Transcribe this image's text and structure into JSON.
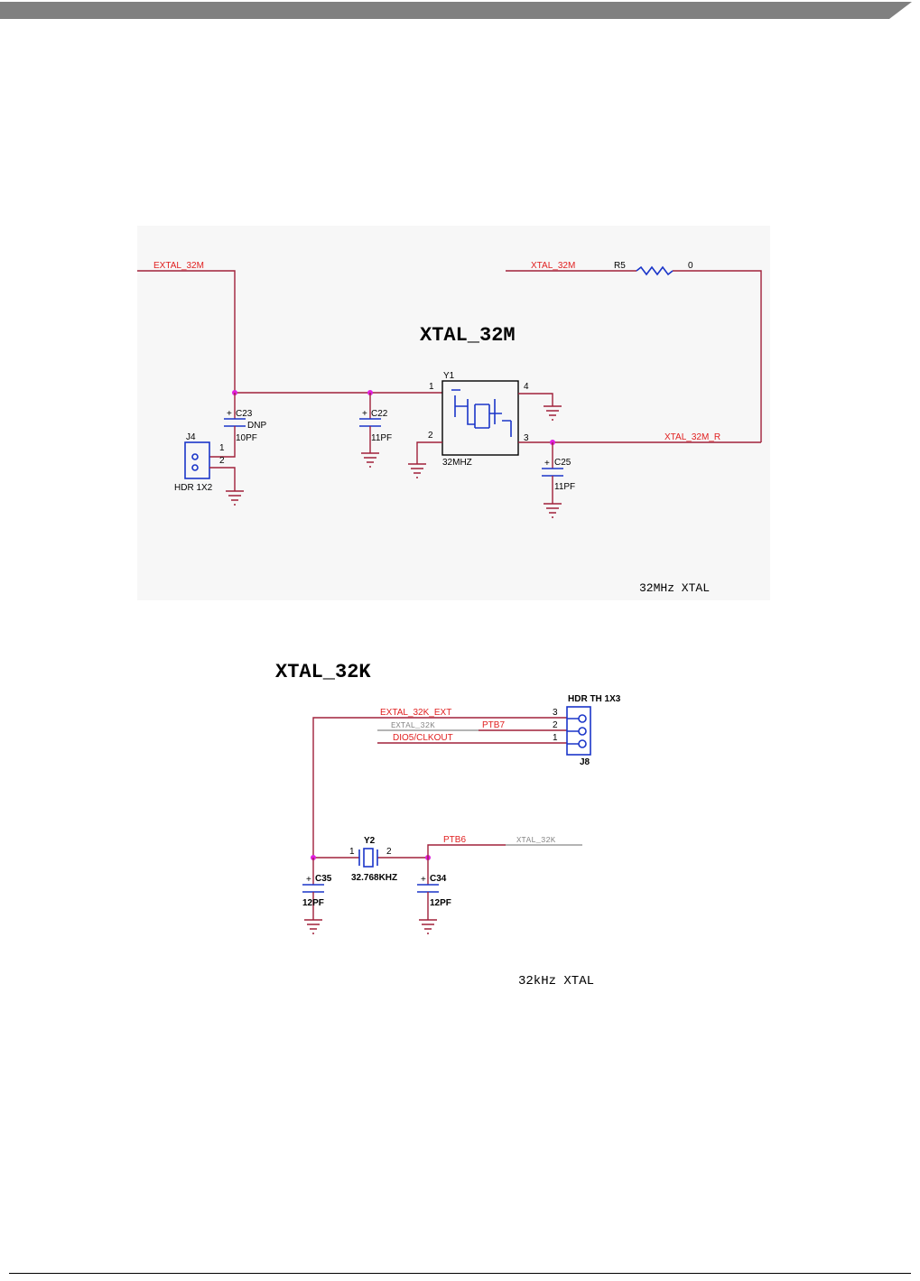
{
  "colors": {
    "wire": "#a0203a",
    "net_label": "#e01e1e",
    "part": "#1a35c9",
    "junction": "#e020e0",
    "header_bar": "#808080"
  },
  "xtal_32m": {
    "title": "XTAL_32M",
    "caption": "32MHz XTAL",
    "nets": {
      "extal": "EXTAL_32M",
      "xtal": "XTAL_32M",
      "xtal_r": "XTAL_32M_R"
    },
    "r5": {
      "ref": "R5",
      "value": "0"
    },
    "y1": {
      "ref": "Y1",
      "value": "32MHZ",
      "pins": [
        "1",
        "2",
        "3",
        "4"
      ]
    },
    "c23": {
      "ref": "C23",
      "note": "DNP",
      "value": "10PF"
    },
    "c22": {
      "ref": "C22",
      "value": "11PF"
    },
    "c25": {
      "ref": "C25",
      "value": "11PF"
    },
    "j4": {
      "ref": "J4",
      "value": "HDR 1X2",
      "pins": [
        "1",
        "2"
      ]
    }
  },
  "xtal_32k": {
    "title": "XTAL_32K",
    "caption": "32kHz XTAL",
    "nets": {
      "extal_ext": "EXTAL_32K_EXT",
      "extal": "EXTAL_32K",
      "ptb7": "PTB7",
      "dio5": "DIO5/CLKOUT",
      "ptb6": "PTB6",
      "xtal": "XTAL_32K"
    },
    "j8": {
      "ref": "J8",
      "value": "HDR TH 1X3",
      "pins": [
        "3",
        "2",
        "1"
      ]
    },
    "y2": {
      "ref": "Y2",
      "value": "32.768KHZ",
      "pins": [
        "1",
        "2"
      ]
    },
    "c35": {
      "ref": "C35",
      "value": "12PF"
    },
    "c34": {
      "ref": "C34",
      "value": "12PF"
    }
  }
}
